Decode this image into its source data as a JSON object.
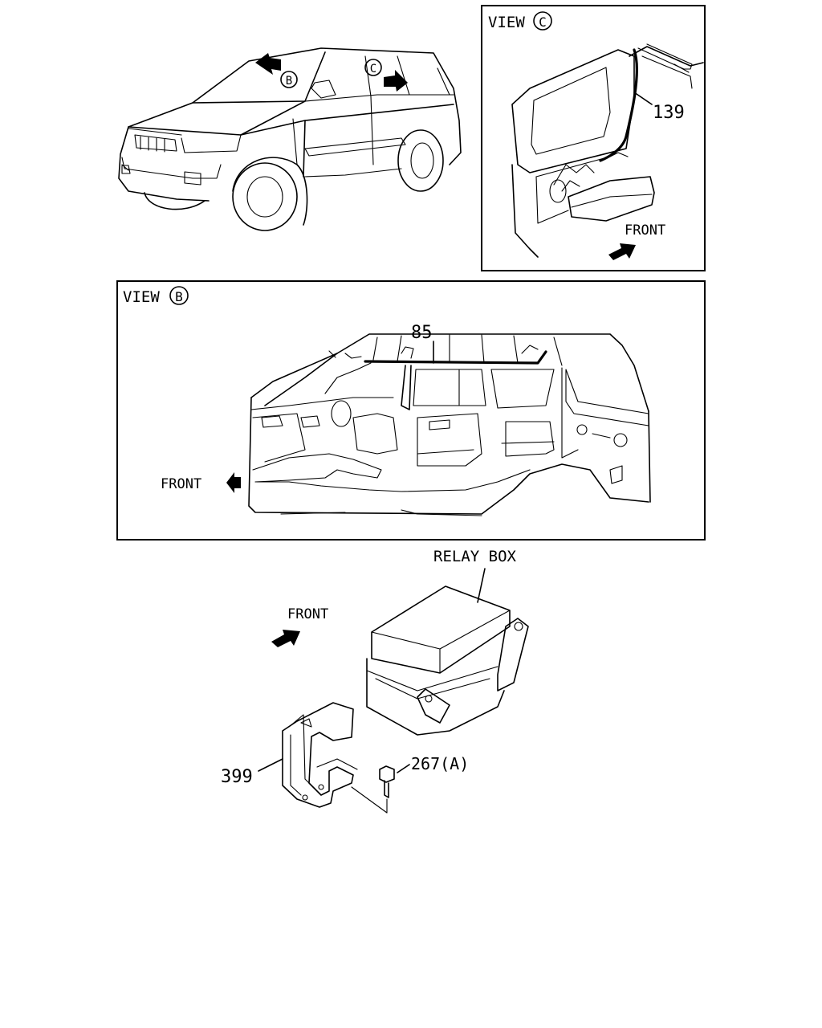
{
  "diagram": {
    "view_c": {
      "view_word": "VIEW",
      "letter": "C",
      "part_139": "139",
      "front": "FRONT"
    },
    "view_b": {
      "view_word": "VIEW",
      "letter": "B",
      "part_85": "85",
      "front": "FRONT"
    },
    "vehicle": {
      "marker_b": "B",
      "marker_c": "C"
    },
    "relay": {
      "relay_box": "RELAY BOX",
      "front": "FRONT",
      "part_399": "399",
      "part_267": "267(A)"
    }
  }
}
